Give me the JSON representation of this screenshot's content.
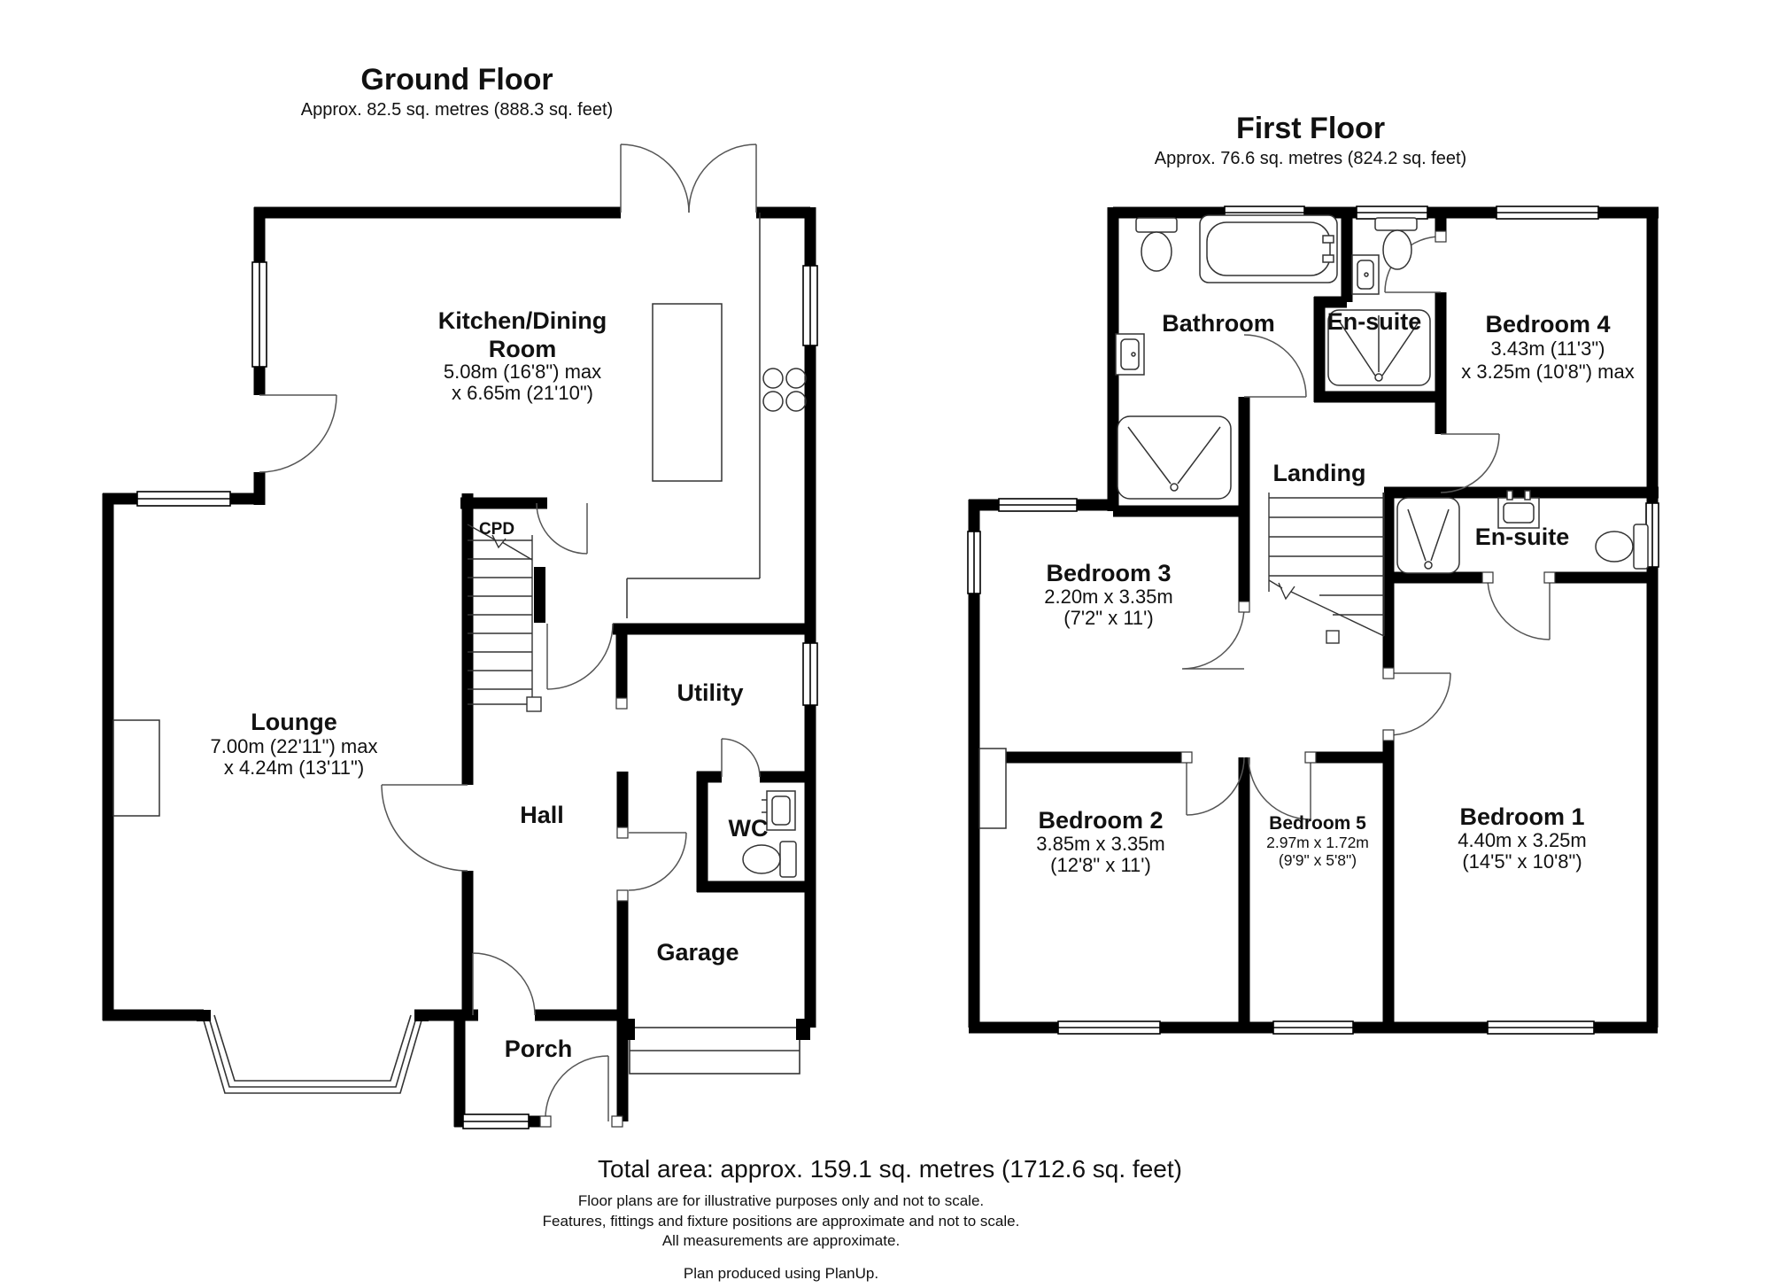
{
  "ground_floor": {
    "title": "Ground Floor",
    "area": "Approx. 82.5 sq. metres (888.3 sq. feet)",
    "rooms": {
      "kitchen": {
        "line1": "Kitchen/Dining",
        "line2": "Room",
        "dim1": "5.08m (16'8\") max",
        "dim2": "x 6.65m (21'10\")"
      },
      "lounge": {
        "name": "Lounge",
        "dim1": "7.00m (22'11\") max",
        "dim2": "x 4.24m (13'11\")"
      },
      "cpd": {
        "name": "CPD"
      },
      "hall": {
        "name": "Hall"
      },
      "utility": {
        "name": "Utility"
      },
      "wc": {
        "name": "WC"
      },
      "garage": {
        "name": "Garage"
      },
      "porch": {
        "name": "Porch"
      }
    }
  },
  "first_floor": {
    "title": "First Floor",
    "area": "Approx. 76.6 sq. metres (824.2 sq. feet)",
    "rooms": {
      "bathroom": {
        "name": "Bathroom"
      },
      "ensuite_top": {
        "name": "En-suite"
      },
      "ensuite_right": {
        "name": "En-suite"
      },
      "landing": {
        "name": "Landing"
      },
      "bedroom1": {
        "name": "Bedroom 1",
        "dim1": "4.40m x 3.25m",
        "dim2": "(14'5\" x 10'8\")"
      },
      "bedroom2": {
        "name": "Bedroom 2",
        "dim1": "3.85m x 3.35m",
        "dim2": "(12'8\" x 11')"
      },
      "bedroom3": {
        "name": "Bedroom 3",
        "dim1": "2.20m x 3.35m",
        "dim2": "(7'2\" x 11')"
      },
      "bedroom4": {
        "name": "Bedroom 4",
        "dim1": "3.43m (11'3\")",
        "dim2": "x 3.25m (10'8\") max"
      },
      "bedroom5": {
        "name": "Bedroom 5",
        "dim1": "2.97m x 1.72m",
        "dim2": "(9'9\" x 5'8\")"
      }
    }
  },
  "footer": {
    "total_area": "Total area: approx. 159.1 sq. metres (1712.6 sq. feet)",
    "disclaimer1": "Floor plans are for illustrative purposes only and not to scale.",
    "disclaimer2": "Features, fittings and fixture positions are approximate and not to scale.",
    "disclaimer3": "All measurements are approximate.",
    "credit": "Plan produced using PlanUp."
  },
  "colors": {
    "wall": "#000000",
    "thin_line": "#4a4a4a",
    "background": "#ffffff"
  }
}
